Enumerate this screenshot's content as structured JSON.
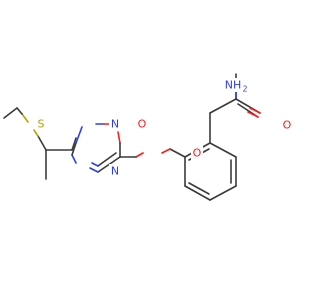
{
  "structure": {
    "atoms": {
      "nh2": {
        "text": "NH",
        "sub": "2",
        "color": "#2a3cff"
      },
      "o_carbonyl": {
        "text": "O",
        "color": "#ff1a1a"
      },
      "o_ether": {
        "text": "O",
        "color": "#ff1a1a"
      },
      "o_ring": {
        "text": "O",
        "color": "#ff1a1a"
      },
      "n_ring_top": {
        "text": "N",
        "color": "#2a3cff"
      },
      "n_ring_bottom": {
        "text": "N",
        "color": "#2a3cff"
      },
      "s_thioether": {
        "text": "S",
        "color": "#b8a000"
      }
    }
  }
}
